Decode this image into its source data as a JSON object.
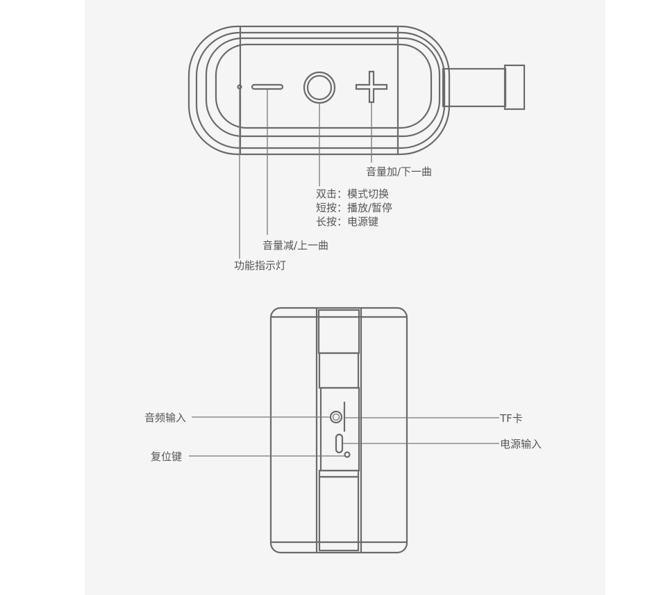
{
  "top_view": {
    "volume_up": "音量加/下一曲",
    "center_button": [
      "双击：模式切换",
      "短按：播放/暂停",
      "长按：电源键"
    ],
    "volume_down": "音量减/上一曲",
    "indicator": "功能指示灯"
  },
  "side_view": {
    "audio_in": "音频输入",
    "reset": "复位键",
    "tf_card": "TF卡",
    "power_in": "电源输入"
  },
  "colors": {
    "line": "#6a6a6a",
    "panel": "#f5f5f5",
    "text": "#555555"
  }
}
